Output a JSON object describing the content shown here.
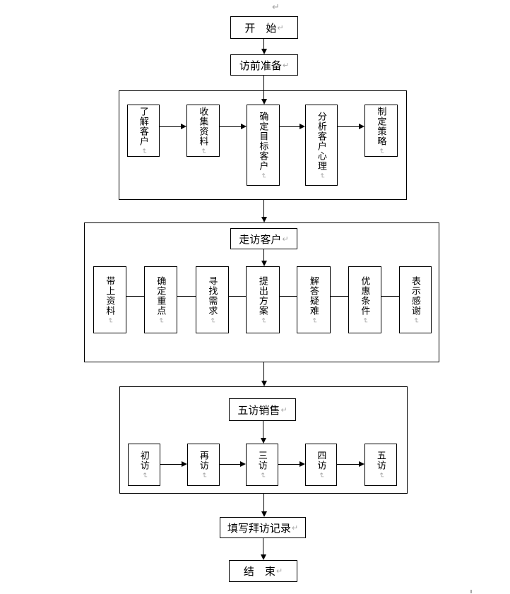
{
  "marks": {
    "return": "↵",
    "anchor": "↵"
  },
  "colors": {
    "border": "#000000",
    "mark_gray": "#a6a6a6",
    "background": "#ffffff"
  },
  "flowchart": {
    "start": {
      "label": "开　始"
    },
    "prepare": {
      "label": "访前准备"
    },
    "stage1": {
      "steps": [
        "了解客户",
        "收集资料",
        "确定目标客户",
        "分析客户心理",
        "制定策略"
      ]
    },
    "stage2": {
      "title": "走访客户",
      "steps": [
        "带上资料",
        "确定重点",
        "寻找需求",
        "提出方案",
        "解答疑难",
        "优惠条件",
        "表示感谢"
      ]
    },
    "stage3": {
      "title": "五访销售",
      "steps": [
        "初访",
        "再访",
        "三访",
        "四访",
        "五访"
      ]
    },
    "record": {
      "label": "填写拜访记录"
    },
    "end": {
      "label": "结　束"
    }
  }
}
